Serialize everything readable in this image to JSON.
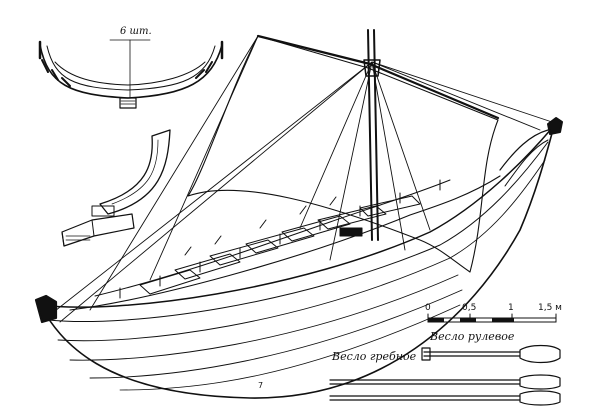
{
  "labels": {
    "frame_count": "6 шт.",
    "steering_oar": "Весло рулевое",
    "rowing_oar": "Весло гребное",
    "figure_number": "7"
  },
  "scale": {
    "ticks": [
      "0",
      "0,5",
      "1",
      "1,5 м"
    ]
  },
  "colors": {
    "ink": "#111111",
    "paper": "#ffffff"
  }
}
